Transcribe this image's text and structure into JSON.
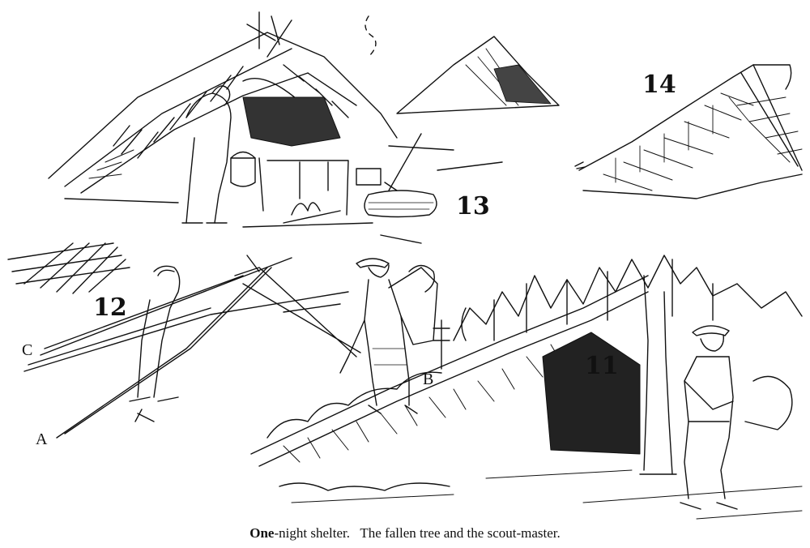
{
  "figures": {
    "fig_11": "11",
    "fig_12": "12",
    "fig_13": "13",
    "fig_14": "14"
  },
  "pole_labels": {
    "a": "A",
    "b": "B",
    "c": "C"
  },
  "caption": {
    "lead": "One",
    "text": "-night shelter.   The fallen tree and the scout-master."
  }
}
